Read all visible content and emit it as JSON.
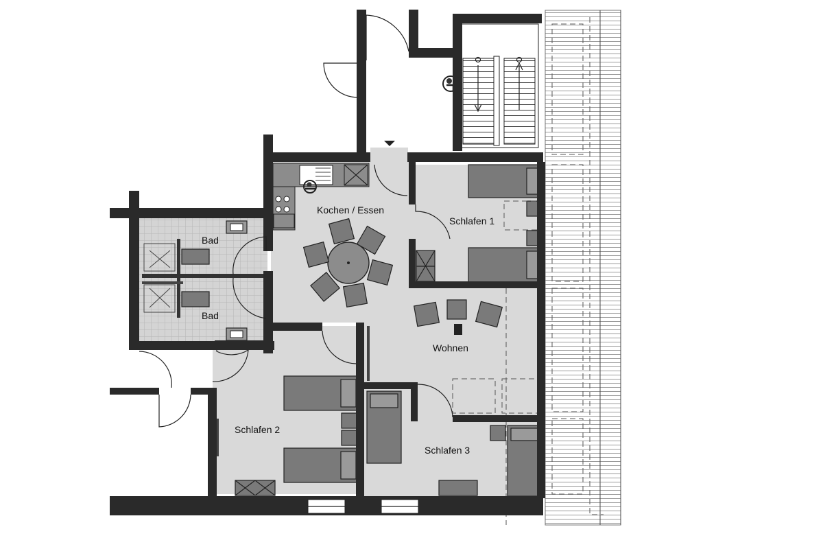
{
  "rooms": {
    "kitchen_dining": "Kochen / Essen",
    "bedroom1": "Schlafen 1",
    "bath_upper": "Bad",
    "bath_lower": "Bad",
    "living": "Wohnen",
    "bedroom2": "Schlafen 2",
    "bedroom3": "Schlafen 3"
  }
}
